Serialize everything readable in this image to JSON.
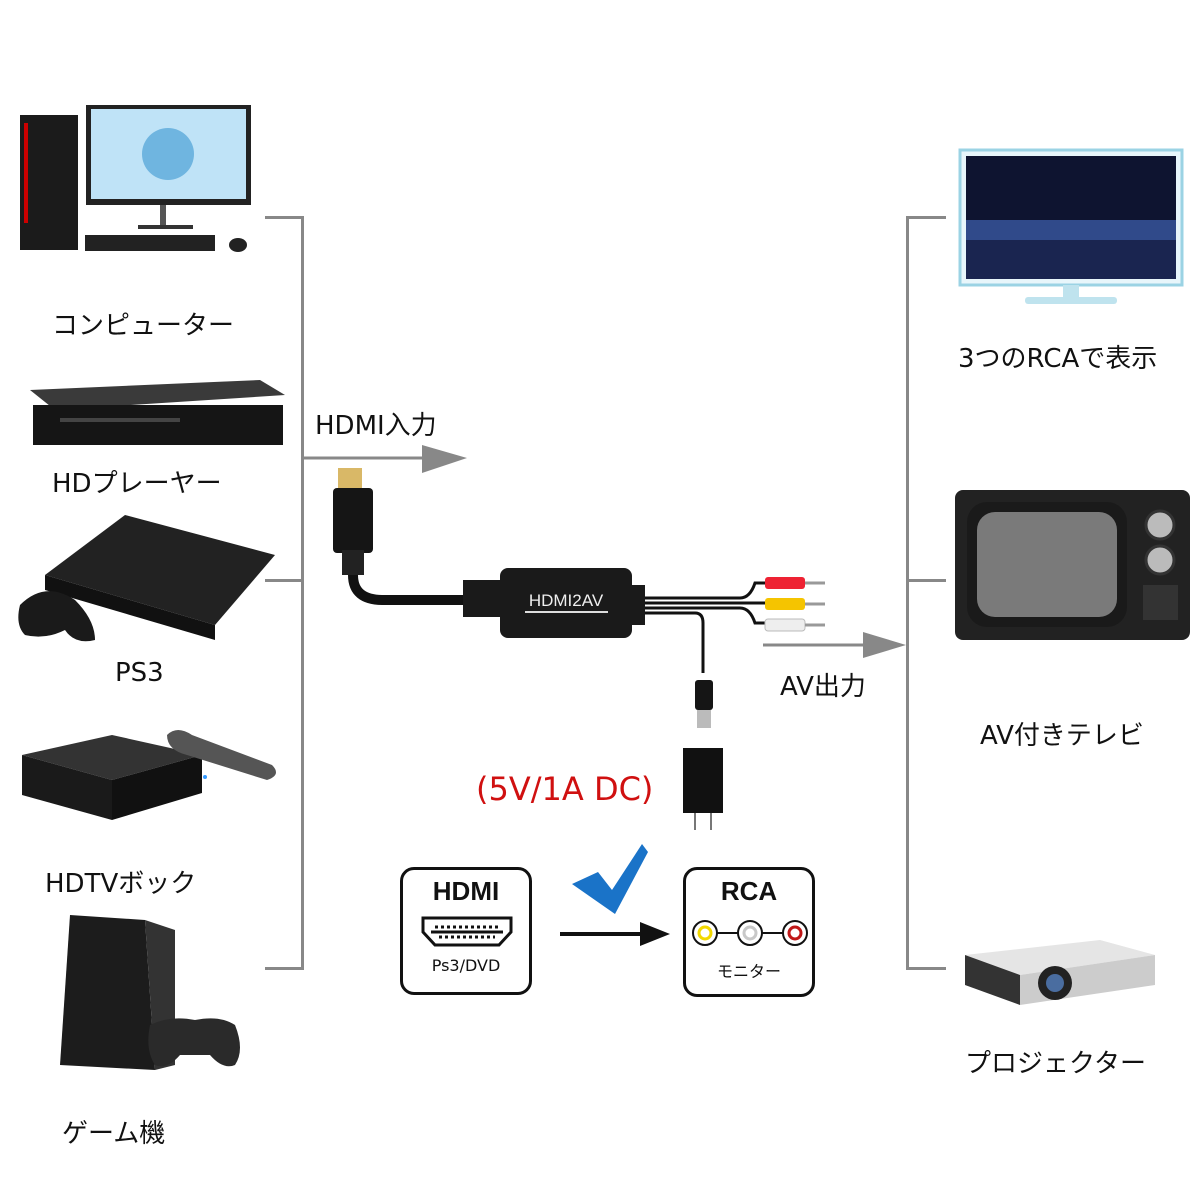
{
  "inputs": {
    "title": "HDMI入力",
    "devices": [
      {
        "label": "コンピューター",
        "icon": "computer-icon"
      },
      {
        "label": "HDプレーヤー",
        "icon": "bluray-player-icon"
      },
      {
        "label": "PS3",
        "icon": "ps3-console-icon"
      },
      {
        "label": "HDTVボック",
        "icon": "tv-box-icon"
      },
      {
        "label": "ゲーム機",
        "icon": "game-console-icon"
      }
    ]
  },
  "outputs": {
    "title": "AV出力",
    "devices": [
      {
        "label": "3つのRCAで表示",
        "icon": "monitor-icon"
      },
      {
        "label": "AV付きテレビ",
        "icon": "retro-tv-icon"
      },
      {
        "label": "プロジェクター",
        "icon": "projector-icon"
      }
    ]
  },
  "adapter": {
    "label": "HDMI2AV",
    "power": "(5V/1A DC)"
  },
  "conversion": {
    "from_title": "HDMI",
    "from_sub": "Ps3/DVD",
    "to_title": "RCA",
    "to_sub": "モニター"
  },
  "colors": {
    "power_text": "#d01010",
    "check": "#1a73c8",
    "rca_yellow": "#f2d800",
    "rca_white": "#c8c8c8",
    "rca_red": "#c01818",
    "bracket": "#888888"
  }
}
